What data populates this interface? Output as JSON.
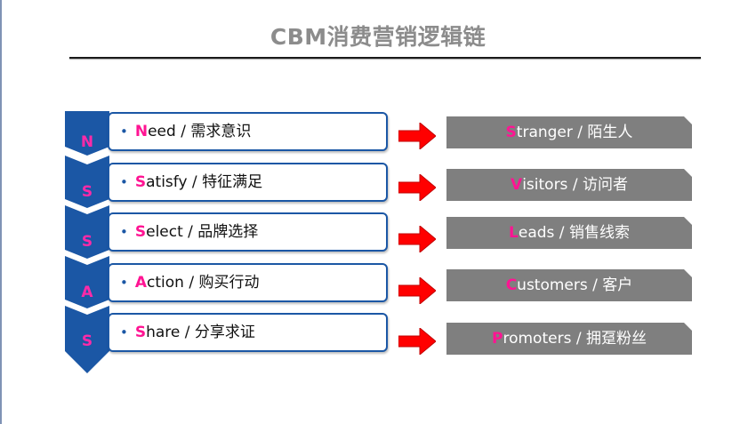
{
  "title": "CBM消费营销逻辑链",
  "colors": {
    "title": "#8c8c8c",
    "chevron_fill": "#1b57a5",
    "highlight": "#ff1493",
    "box_border": "#1b57a5",
    "arrow": "#ff0000",
    "result_bg": "#7f7f7f"
  },
  "stages": [
    {
      "letter": "N",
      "initial": "N",
      "rest": "eed",
      "cn": " / 需求意识"
    },
    {
      "letter": "S",
      "initial": "S",
      "rest": "atisfy",
      "cn": " / 特征满足"
    },
    {
      "letter": "S",
      "initial": "S",
      "rest": "elect",
      "cn": " / 品牌选择"
    },
    {
      "letter": "A",
      "initial": "A",
      "rest": "ction",
      "cn": " / 购买行动"
    },
    {
      "letter": "S",
      "initial": "S",
      "rest": "hare",
      "cn": " / 分享求证"
    }
  ],
  "results": [
    {
      "initial": "S",
      "rest": "tranger",
      "cn": " / 陌生人"
    },
    {
      "initial": "V",
      "rest": "isitors",
      "cn": " / 访问者"
    },
    {
      "initial": "L",
      "rest": "eads",
      "cn": " / 销售线索"
    },
    {
      "initial": "C",
      "rest": "ustomers",
      "cn": " / 客户"
    },
    {
      "initial": "P",
      "rest": "romoters",
      "cn": " / 拥趸粉丝"
    }
  ]
}
